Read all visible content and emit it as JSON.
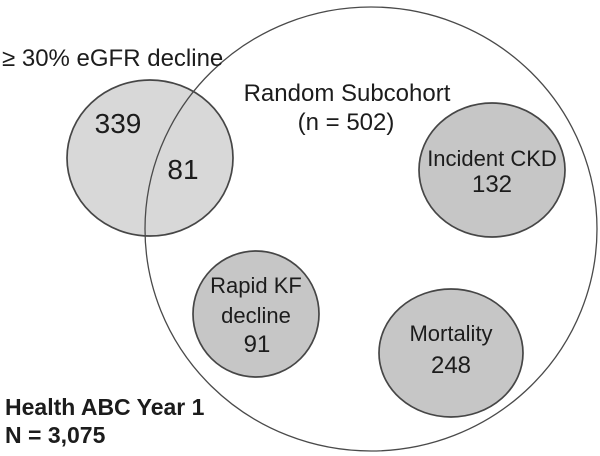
{
  "colors": {
    "background": "#ffffff",
    "egfr_circle_fill": "#d8d8d8",
    "inner_circle_fill": "#c6c6c6",
    "line": "#4a4a4a",
    "text": "#1c1c1c"
  },
  "cohort": {
    "name": "Health ABC Year 1",
    "n": "N = 3,075"
  },
  "subcohort": {
    "label": "Random Subcohort",
    "n": "(n = 502)"
  },
  "egfr_decline": {
    "label": "≥ 30% eGFR decline",
    "outside_count": "339",
    "overlap_count": "81"
  },
  "incident_ckd": {
    "label": "Incident CKD",
    "count": "132"
  },
  "rapid_kf_decline": {
    "label_line1": "Rapid KF",
    "label_line2": "decline",
    "count": "91"
  },
  "mortality": {
    "label": "Mortality",
    "count": "248"
  }
}
